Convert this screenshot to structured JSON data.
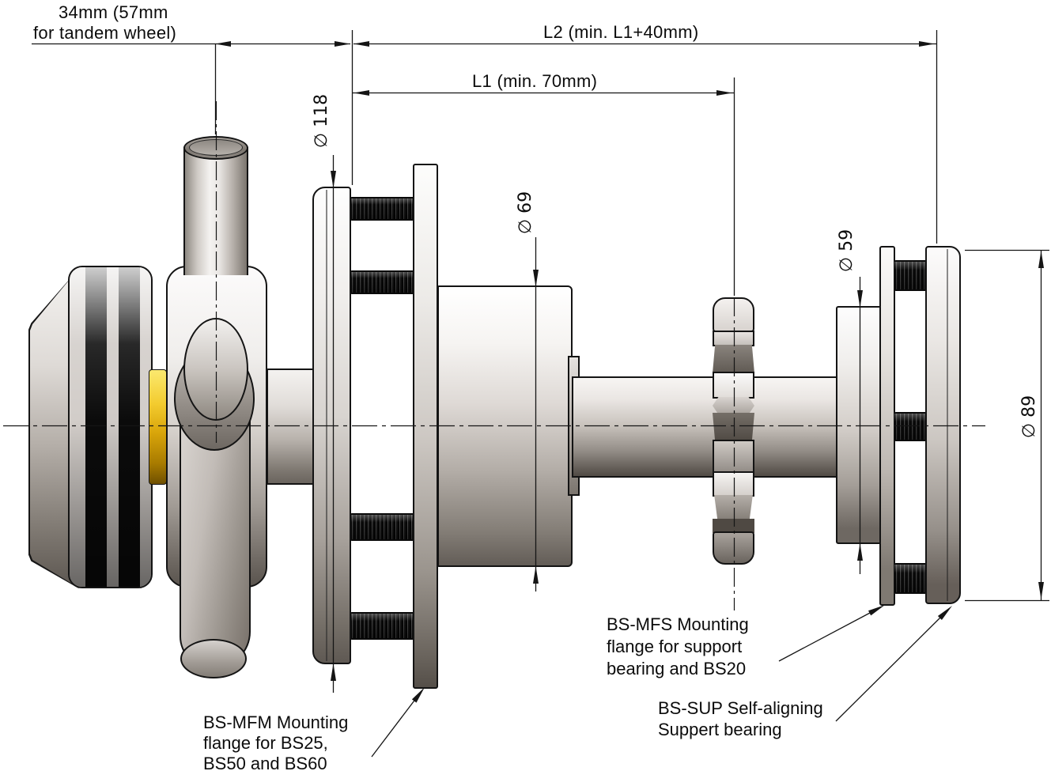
{
  "drawing": {
    "offset_note": {
      "line1": "34mm (57mm",
      "line2": "for tandem wheel)"
    },
    "dim_l2": "L2 (min. L1+40mm)",
    "dim_l1": "L1 (min. 70mm)",
    "dia_118": "∅ 118",
    "dia_69": "∅ 69",
    "dia_59": "∅ 59",
    "dia_89": "∅ 89",
    "label_bs_mfm": [
      "BS-MFM Mounting",
      "flange for BS25,",
      "BS50 and BS60"
    ],
    "label_bs_mfs": [
      "BS-MFS Mounting",
      "flange for support",
      "bearing and BS20"
    ],
    "label_bs_sup": [
      "BS-SUP Self-aligning",
      "Suppert bearing"
    ],
    "colors": {
      "line": "#151515",
      "brass_nut": "#e9b90d",
      "seal_ring": "#0b0b0b",
      "background": "#ffffff"
    }
  }
}
